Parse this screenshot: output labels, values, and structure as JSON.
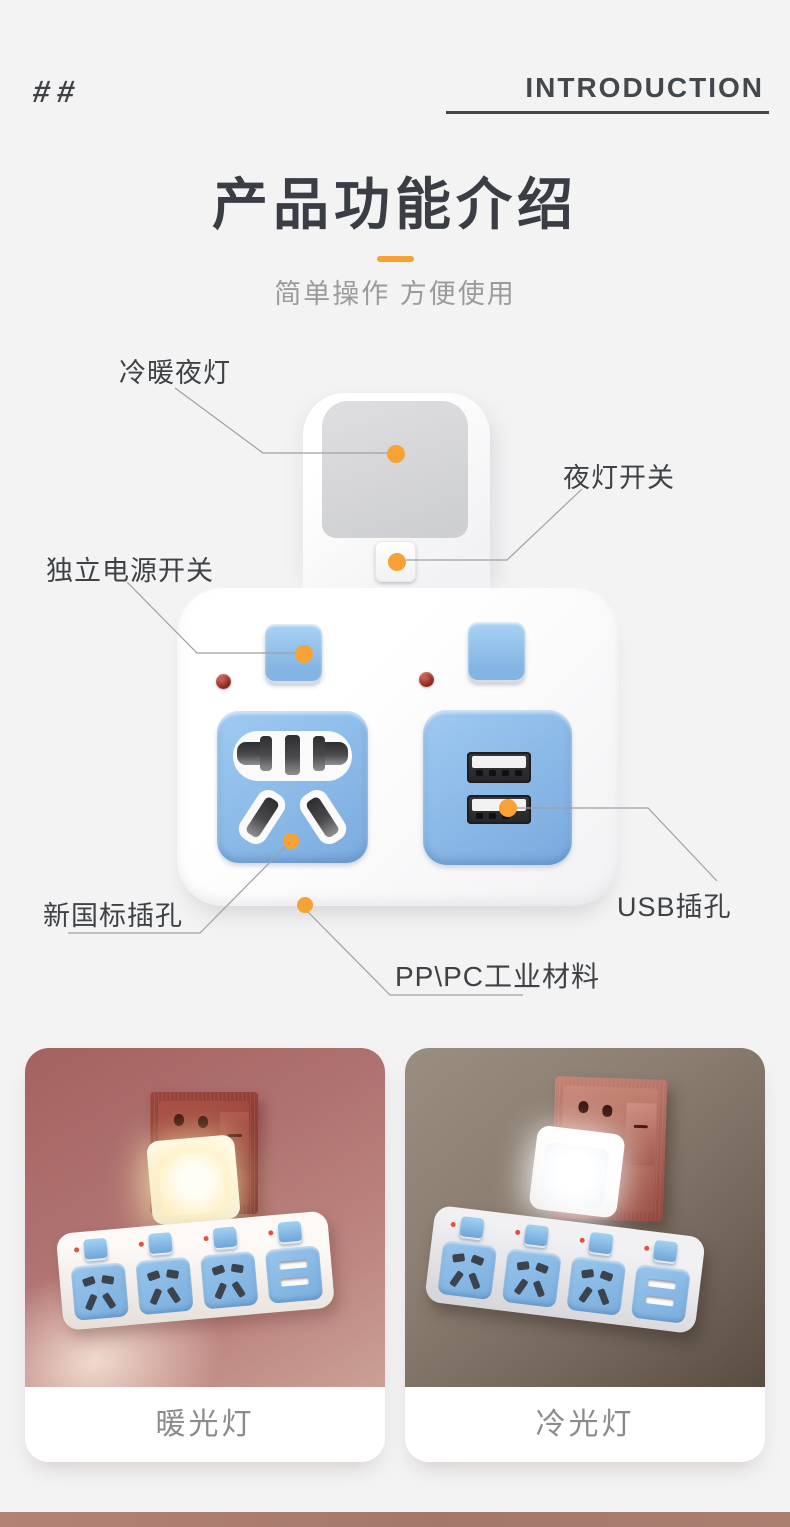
{
  "header": {
    "marks": "##",
    "label": "INTRODUCTION"
  },
  "hero": {
    "title": "产品功能介绍",
    "subtitle": "简单操作 方便使用"
  },
  "callouts": {
    "night_light": {
      "label": "冷暖夜灯"
    },
    "night_switch": {
      "label": "夜灯开关"
    },
    "power_switch": {
      "label": "独立电源开关"
    },
    "socket": {
      "label": "新国标插孔"
    },
    "usb": {
      "label": "USB插孔"
    },
    "material": {
      "label": "PP\\PC工业材料"
    }
  },
  "photos": {
    "warm": {
      "caption": "暖光灯"
    },
    "cold": {
      "caption": "冷光灯"
    }
  },
  "colors": {
    "accent_orange": "#F8A134",
    "product_blue": "#8CBBE8",
    "text_dark": "#3E4246",
    "text_gray": "#9B9B9B",
    "warm_wall": "#B07270",
    "cold_wall": "#8B7E71"
  }
}
